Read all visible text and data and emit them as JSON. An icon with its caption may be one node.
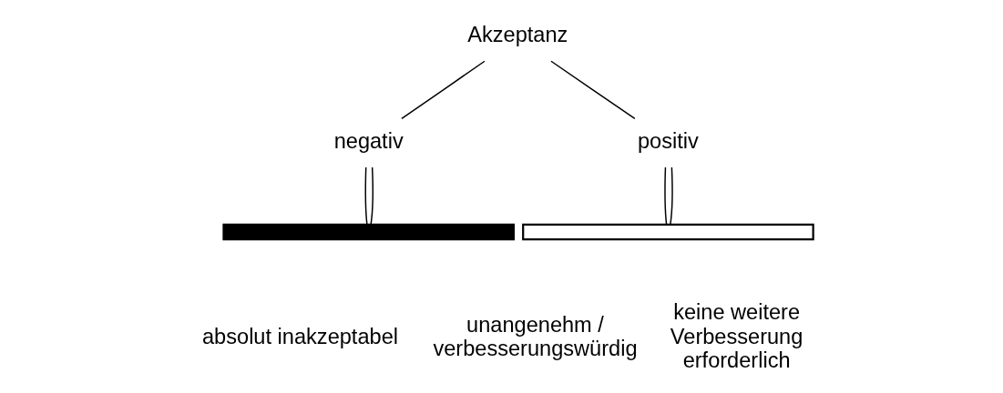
{
  "diagram": {
    "nodes": [
      {
        "text": [
          "Akzeptanz"
        ]
      },
      {
        "text": [
          "negativ"
        ]
      },
      {
        "text": [
          "positiv"
        ]
      },
      {
        "text": [],
        "shape": "bar"
      },
      {
        "text": [],
        "shape": "bar"
      }
    ],
    "edges": [
      {
        "from": 0,
        "to": 1,
        "arrow": "none"
      },
      {
        "from": 0,
        "to": 2,
        "arrow": "none"
      },
      {
        "from": 1,
        "to": 3,
        "arrow": "none"
      },
      {
        "from": 1,
        "to": 3,
        "arrow": "none"
      },
      {
        "from": 2,
        "to": 4,
        "arrow": "none"
      },
      {
        "from": 2,
        "to": 4,
        "arrow": "none"
      }
    ],
    "labels": [
      "absolut inakzeptabel",
      "unangenehm / verbesserungswürdig",
      "keine weitere Verbesserung erforderlich"
    ]
  }
}
